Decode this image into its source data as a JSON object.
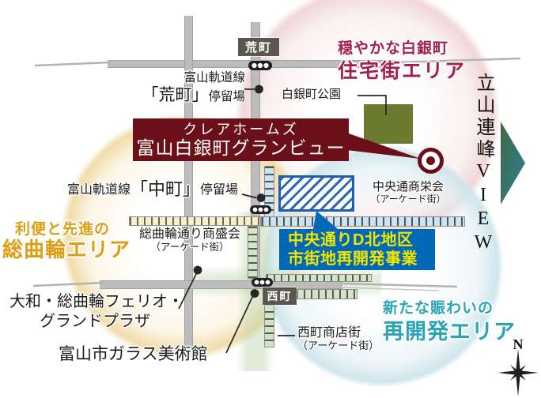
{
  "project": {
    "callout": {
      "line1": "クレアホームズ",
      "line2": "富山白銀町グランビュー"
    }
  },
  "areas": {
    "shirogane": {
      "line1": "穏やかな白銀町",
      "line2": "住宅街エリア",
      "color": "#a51e4d"
    },
    "sogawa": {
      "line1": "利便と先進の",
      "line2": "総曲輪エリア",
      "color": "#dd9d14"
    },
    "redevelopment": {
      "line1": "新たな賑わいの",
      "line2": "再開発エリア",
      "color": "#29a4b5"
    }
  },
  "stations": {
    "aramachi": "荒町",
    "nishicho": "西町"
  },
  "tram_stops": {
    "aramachi": {
      "line": "富山軌道線",
      "name": "「荒町」",
      "type": "停留場"
    },
    "nakamachi": {
      "line": "富山軌道線",
      "name": "「中町」",
      "type": "停留場"
    }
  },
  "landmarks": {
    "park": "白銀町公園",
    "chuo_dori": {
      "name": "中央通商栄会",
      "note": "（アーケード街）"
    },
    "sogawa_dori": {
      "name": "総曲輪通り商盛会",
      "note": "（アーケード街）"
    },
    "nishicho_dori": {
      "name": "西町商店街",
      "note": "（アーケード街）"
    },
    "daiwa": {
      "line1": "大和・総曲輪フェリオ・",
      "line2": "グランドプラザ"
    },
    "glass_museum": "富山市ガラス美術館"
  },
  "redevelopment_project": {
    "line1": "中央通りD北地区",
    "line2": "市街地再開発事業"
  },
  "view": {
    "label": "立山連峰VIEW"
  },
  "compass": {
    "north": "N"
  },
  "colors": {
    "project_callout_bg": "#6b1019",
    "redevelopment_callout_bg": "#0068b5",
    "redevelopment_callout_text": "#f2e600",
    "park_green": "#6c7a2f",
    "site_hatch_blue": "#1f5fae",
    "arcade_cream": "#f5efcf",
    "arcade_blue": "#cfe3ed",
    "arcade_green": "#d4e2cb"
  }
}
